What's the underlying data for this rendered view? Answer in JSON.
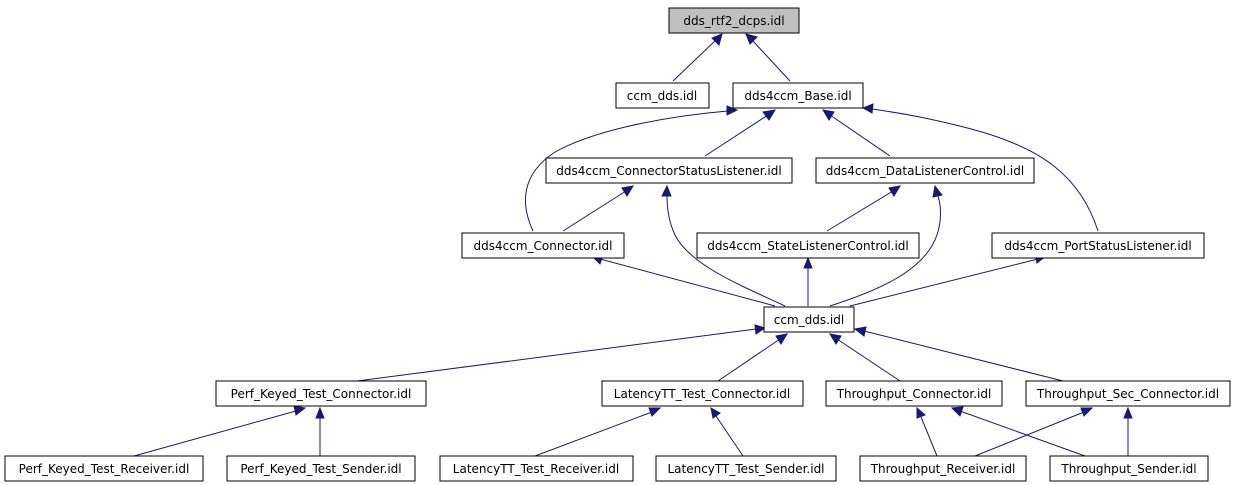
{
  "nodes": {
    "dds_rtf2_dcps": "dds_rtf2_dcps.idl",
    "ccm_dds_top": "ccm_dds.idl",
    "dds4ccm_base": "dds4ccm_Base.idl",
    "connector_status_listener": "dds4ccm_ConnectorStatusListener.idl",
    "data_listener_control": "dds4ccm_DataListenerControl.idl",
    "dds4ccm_connector": "dds4ccm_Connector.idl",
    "state_listener_control": "dds4ccm_StateListenerControl.idl",
    "port_status_listener": "dds4ccm_PortStatusListener.idl",
    "ccm_dds_mid": "ccm_dds.idl",
    "perf_keyed_connector": "Perf_Keyed_Test_Connector.idl",
    "latency_connector": "LatencyTT_Test_Connector.idl",
    "throughput_connector": "Throughput_Connector.idl",
    "throughput_sec_connector": "Throughput_Sec_Connector.idl",
    "perf_keyed_receiver": "Perf_Keyed_Test_Receiver.idl",
    "perf_keyed_sender": "Perf_Keyed_Test_Sender.idl",
    "latency_receiver": "LatencyTT_Test_Receiver.idl",
    "latency_sender": "LatencyTT_Test_Sender.idl",
    "throughput_receiver": "Throughput_Receiver.idl",
    "throughput_sender": "Throughput_Sender.idl"
  },
  "edges": [
    {
      "from": "ccm_dds_top",
      "to": "dds_rtf2_dcps"
    },
    {
      "from": "dds4ccm_base",
      "to": "dds_rtf2_dcps"
    },
    {
      "from": "connector_status_listener",
      "to": "dds4ccm_base"
    },
    {
      "from": "data_listener_control",
      "to": "dds4ccm_base"
    },
    {
      "from": "dds4ccm_connector",
      "to": "dds4ccm_base"
    },
    {
      "from": "port_status_listener",
      "to": "dds4ccm_base"
    },
    {
      "from": "dds4ccm_connector",
      "to": "connector_status_listener"
    },
    {
      "from": "state_listener_control",
      "to": "data_listener_control"
    },
    {
      "from": "ccm_dds_mid",
      "to": "dds4ccm_connector"
    },
    {
      "from": "ccm_dds_mid",
      "to": "connector_status_listener"
    },
    {
      "from": "ccm_dds_mid",
      "to": "state_listener_control"
    },
    {
      "from": "ccm_dds_mid",
      "to": "data_listener_control"
    },
    {
      "from": "ccm_dds_mid",
      "to": "port_status_listener"
    },
    {
      "from": "perf_keyed_connector",
      "to": "ccm_dds_mid"
    },
    {
      "from": "latency_connector",
      "to": "ccm_dds_mid"
    },
    {
      "from": "throughput_connector",
      "to": "ccm_dds_mid"
    },
    {
      "from": "throughput_sec_connector",
      "to": "ccm_dds_mid"
    },
    {
      "from": "perf_keyed_receiver",
      "to": "perf_keyed_connector"
    },
    {
      "from": "perf_keyed_sender",
      "to": "perf_keyed_connector"
    },
    {
      "from": "latency_receiver",
      "to": "latency_connector"
    },
    {
      "from": "latency_sender",
      "to": "latency_connector"
    },
    {
      "from": "throughput_receiver",
      "to": "throughput_connector"
    },
    {
      "from": "throughput_receiver",
      "to": "throughput_sec_connector"
    },
    {
      "from": "throughput_sender",
      "to": "throughput_connector"
    },
    {
      "from": "throughput_sender",
      "to": "throughput_sec_connector"
    }
  ],
  "colors": {
    "edge": "#191970",
    "root_fill": "#c0c0c0",
    "node_fill": "#ffffff",
    "node_stroke": "#000000"
  }
}
